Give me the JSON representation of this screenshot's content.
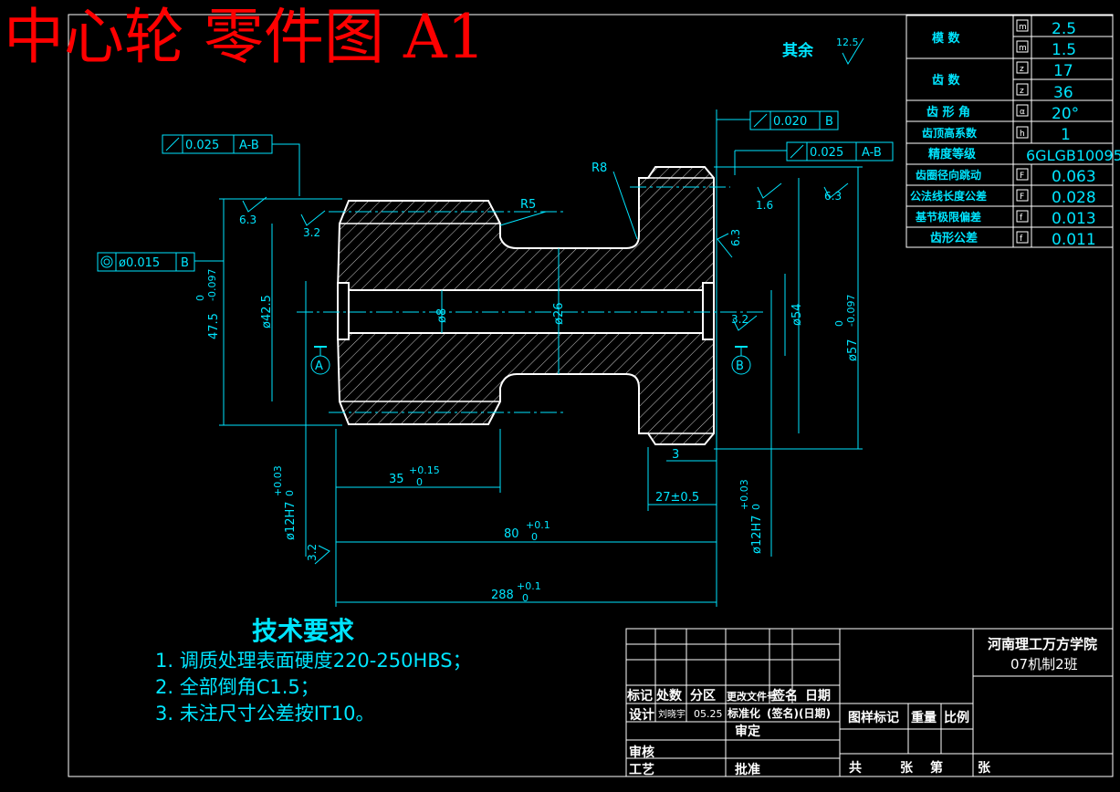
{
  "title": "中心轮 零件图 A1",
  "rest_roughness": {
    "label": "其余",
    "value": "12.5"
  },
  "gear_params": [
    {
      "label": "模    数",
      "symbol": "m",
      "values": [
        "2.5",
        "1.5"
      ]
    },
    {
      "label": "齿    数",
      "symbol": "z",
      "values": [
        "17",
        "36"
      ]
    },
    {
      "label": "齿 形 角",
      "symbol": "α",
      "values": [
        "20°"
      ]
    },
    {
      "label": "齿顶高系数",
      "symbol": "h",
      "values": [
        "1"
      ]
    },
    {
      "label": "精度等级",
      "symbol": "",
      "values": [
        "6GLGB10095"
      ]
    },
    {
      "label": "齿圈径向跳动",
      "symbol": "F",
      "values": [
        "0.063"
      ]
    },
    {
      "label": "公法线长度公差",
      "symbol": "F",
      "values": [
        "0.028"
      ]
    },
    {
      "label": "基节极限偏差",
      "symbol": "f",
      "values": [
        "0.013"
      ]
    },
    {
      "label": "齿形公差",
      "symbol": "f",
      "values": [
        "0.011"
      ]
    }
  ],
  "tolerances": {
    "t1": {
      "value": "0.025",
      "datum": "A-B"
    },
    "t2": {
      "value": "0.020",
      "datum": "B"
    },
    "t3": {
      "value": "0.025",
      "datum": "A-B"
    },
    "t4": {
      "value": "ø0.015",
      "datum": "B"
    }
  },
  "roughness": {
    "r1": "6.3",
    "r2": "3.2",
    "r3": "1.6",
    "r4": "6.3",
    "r5": "6.3",
    "r6": "3.2",
    "r7": "3.2"
  },
  "radii": {
    "r8": "R8",
    "r5": "R5"
  },
  "datums": {
    "a": "A",
    "b": "B"
  },
  "dims": {
    "d47_5": {
      "base": "47.5",
      "upper": "0",
      "lower": "-0.097"
    },
    "d42_5": "ø42.5",
    "d8": "ø8",
    "d26": "ø26",
    "d54": "ø54",
    "d57": {
      "base": "ø57",
      "upper": "0",
      "lower": "-0.097"
    },
    "d12h7_left": {
      "base": "ø12H7",
      "upper": "+0.03",
      "lower": "0"
    },
    "d12h7_right": {
      "base": "ø12H7",
      "upper": "+0.03",
      "lower": "0"
    },
    "len35": {
      "base": "35",
      "upper": "+0.15",
      "lower": "0"
    },
    "len3": "3",
    "len27": "27±0.5",
    "len80": {
      "base": "80",
      "upper": "+0.1",
      "lower": "0"
    },
    "len288": {
      "base": "288",
      "upper": "+0.1",
      "lower": "0"
    }
  },
  "tech_requirements": {
    "title": "技术要求",
    "items": [
      "1.  调质处理表面硬度220-250HBS；",
      "2.  全部倒角C1.5；",
      "3.  未注尺寸公差按IT10。"
    ]
  },
  "title_block": {
    "school": "河南理工万方学院",
    "class": "07机制2班",
    "hdr": [
      "标记",
      "处数",
      "分区",
      "更改文件号",
      "签名",
      "日期"
    ],
    "design": "设计",
    "designer": "刘晓宇",
    "date": "05.25",
    "standard": "标准化",
    "sign_date": "(签名)(日期)",
    "review_label": "审定",
    "check": "审核",
    "process": "工艺",
    "approve": "批准",
    "sample_mark": "图样标记",
    "weight": "重量",
    "ratio": "比例",
    "total": "共",
    "sheets": "张",
    "page": "第",
    "sheet_end": "张"
  },
  "colors": {
    "line": "#00e5ff",
    "outline": "#ffffff",
    "hatch": "#ffffff",
    "title": "#ff0000"
  }
}
